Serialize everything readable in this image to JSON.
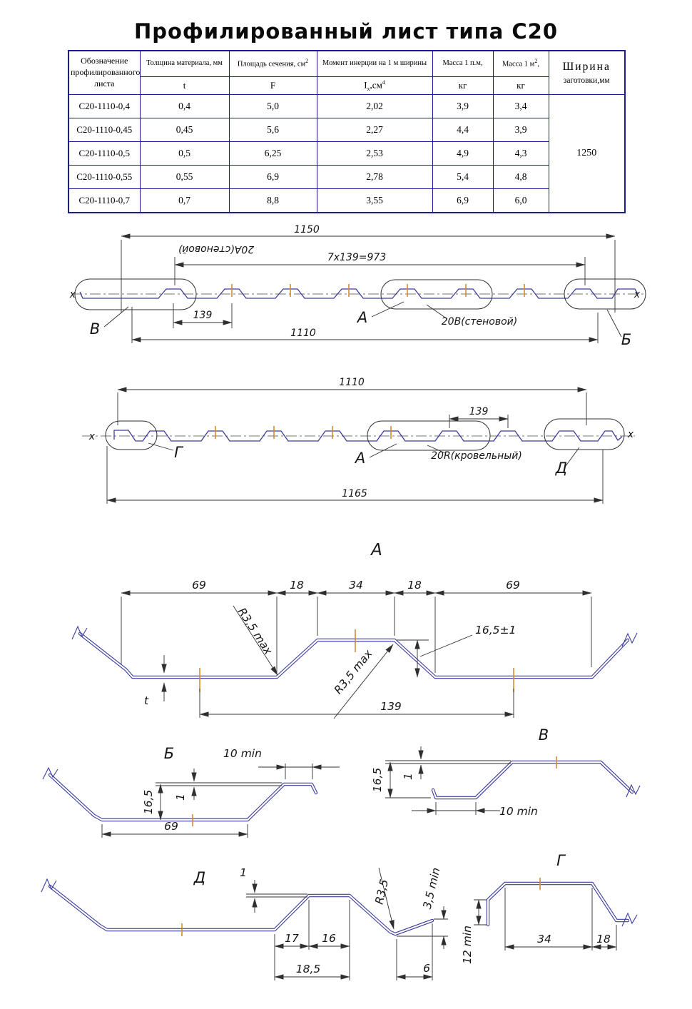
{
  "title": "Профилированный лист типа С20",
  "table": {
    "h_designation_1": "Обозначение",
    "h_designation_2": "профилированного",
    "h_designation_3": "листа",
    "h_thickness": "Толщина материала, мм",
    "h_thickness_sym": "t",
    "h_area": "Площадь сечения, см",
    "h_area_sup": "2",
    "h_area_sym": "F",
    "h_inertia": "Момент инерции на 1 м ширины",
    "h_inertia_sym": "I",
    "h_inertia_sub": "x",
    "h_inertia_unit": ",см",
    "h_inertia_sup": "4",
    "h_mass_pm": "Масса 1 п.м,",
    "h_mass_pm_unit": "кг",
    "h_mass_m2": "Масса 1 м",
    "h_mass_m2_sup": "2",
    "h_mass_m2_comma": ",",
    "h_mass_m2_unit": "кг",
    "h_width_1": "Ширина",
    "h_width_2": "заготовки,мм",
    "width_value": "1250",
    "rows": [
      {
        "name": "С20-1110-0,4",
        "t": "0,4",
        "F": "5,0",
        "Ix": "2,02",
        "mpm": "3,9",
        "mm2": "3,4"
      },
      {
        "name": "С20-1110-0,45",
        "t": "0,45",
        "F": "5,6",
        "Ix": "2,27",
        "mpm": "4,4",
        "mm2": "3,9"
      },
      {
        "name": "С20-1110-0,5",
        "t": "0,5",
        "F": "6,25",
        "Ix": "2,53",
        "mpm": "4,9",
        "mm2": "4,3"
      },
      {
        "name": "С20-1110-0,55",
        "t": "0,55",
        "F": "6,9",
        "Ix": "2,78",
        "mpm": "5,4",
        "mm2": "4,8"
      },
      {
        "name": "С20-1110-0,7",
        "t": "0,7",
        "F": "8,8",
        "Ix": "3,55",
        "mpm": "6,9",
        "mm2": "6,0"
      }
    ]
  },
  "wall": {
    "dim_total": "1150",
    "dim_pitches": "7х139=973",
    "stamp": "20А(стеновой)",
    "dim_pitch": "139",
    "dim_width": "1110",
    "axis_l": "x",
    "axis_r": "x",
    "callout_l": "В",
    "callout_m": "А",
    "callout_r": "Б",
    "name": "20В(стеновой)"
  },
  "roof": {
    "dim_width": "1110",
    "dim_pitch": "139",
    "axis_l": "x",
    "axis_r": "x",
    "callout_l": "Г",
    "callout_m": "А",
    "callout_r": "Д",
    "name": "20R(кровельный)",
    "dim_total": "1165"
  },
  "det_a": {
    "label": "А",
    "d69l": "69",
    "d18l": "18",
    "d34": "34",
    "d18r": "18",
    "d69r": "69",
    "r_top": "R3,5 max",
    "r_bot": "R3,5 max",
    "height": "16,5±1",
    "thickness": "t",
    "pitch": "139"
  },
  "det_b": {
    "label": "Б",
    "lip": "10 min",
    "height": "16,5",
    "thickness": "1",
    "flat": "69"
  },
  "det_v": {
    "label": "В",
    "height": "16,5",
    "thickness": "1",
    "lip": "10 min"
  },
  "det_d": {
    "label": "Д",
    "thickness": "1",
    "d17": "17",
    "d16": "16",
    "d185": "18,5",
    "radius": "R3,5",
    "hem_h": "3,5 min",
    "hem_w": "6"
  },
  "det_g": {
    "label": "Г",
    "d34": "34",
    "d18": "18",
    "lip": "12 min"
  }
}
